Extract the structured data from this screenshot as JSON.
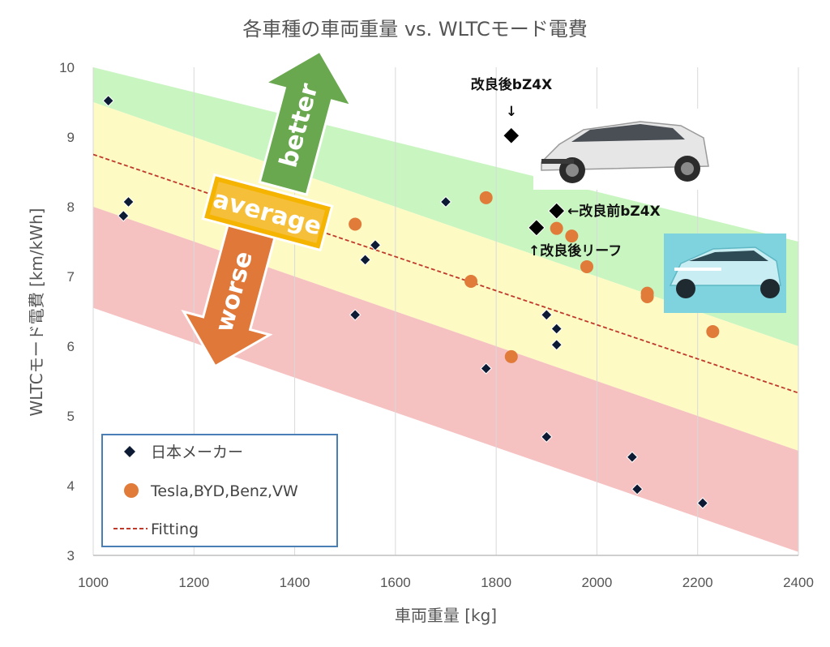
{
  "chart_data": {
    "type": "scatter",
    "title": "各車種の車両重量 vs. WLTCモード電費",
    "xlabel": "車両重量 [kg]",
    "ylabel": "WLTCモード電費 [km/kWh]",
    "xlim": [
      1000,
      2400
    ],
    "ylim": [
      3,
      10
    ],
    "x_ticks": [
      "1000",
      "1200",
      "1400",
      "1600",
      "1800",
      "2000",
      "2200",
      "2400"
    ],
    "y_ticks": [
      "3",
      "4",
      "5",
      "6",
      "7",
      "8",
      "9",
      "10"
    ],
    "grid": "vertical",
    "legend_position": "bottom-left",
    "series": [
      {
        "name": "日本メーカー",
        "marker": "diamond",
        "color": "#0d1a33",
        "points": [
          [
            1030,
            9.52
          ],
          [
            1060,
            7.87
          ],
          [
            1070,
            8.07
          ],
          [
            1520,
            6.45
          ],
          [
            1540,
            7.24
          ],
          [
            1560,
            7.45
          ],
          [
            1700,
            8.07
          ],
          [
            1780,
            5.68
          ],
          [
            1900,
            6.45
          ],
          [
            1900,
            4.7
          ],
          [
            1920,
            6.25
          ],
          [
            1920,
            6.02
          ],
          [
            2070,
            4.41
          ],
          [
            2080,
            3.95
          ],
          [
            2210,
            3.75
          ]
        ]
      },
      {
        "name": "Tesla,BYD,Benz,VW",
        "marker": "circle",
        "color": "#e07b39",
        "points": [
          [
            1520,
            7.75
          ],
          [
            1750,
            6.93
          ],
          [
            1780,
            8.13
          ],
          [
            1830,
            5.85
          ],
          [
            1920,
            7.69
          ],
          [
            1950,
            7.58
          ],
          [
            1980,
            7.14
          ],
          [
            2100,
            6.76
          ],
          [
            2100,
            6.71
          ],
          [
            2230,
            6.21
          ]
        ]
      },
      {
        "name": "Fitting",
        "type": "line",
        "style": "dashed",
        "color": "#c0392b",
        "points": [
          [
            1000,
            8.75
          ],
          [
            2400,
            5.33
          ]
        ]
      }
    ],
    "highlight_points": [
      {
        "x": 1830,
        "y": 9.02
      },
      {
        "x": 1920,
        "y": 7.94
      },
      {
        "x": 1880,
        "y": 7.7
      }
    ],
    "bands": [
      {
        "name": "better",
        "color": "#c8f5c0",
        "lower": [
          [
            1000,
            9.5
          ],
          [
            2400,
            6.0
          ]
        ],
        "upper": [
          [
            1000,
            10.0
          ],
          [
            2400,
            7.5
          ]
        ]
      },
      {
        "name": "average",
        "color": "#fdfac4",
        "lower": [
          [
            1000,
            8.0
          ],
          [
            2400,
            4.5
          ]
        ],
        "upper": [
          [
            1000,
            9.5
          ],
          [
            2400,
            6.0
          ]
        ]
      },
      {
        "name": "worse",
        "color": "#f6c1c1",
        "lower": [
          [
            1000,
            6.55
          ],
          [
            2400,
            3.05
          ]
        ],
        "upper": [
          [
            1000,
            8.0
          ],
          [
            2400,
            4.5
          ]
        ]
      }
    ],
    "annotations": [
      "改良後bZ4X",
      "↓",
      "←改良前bZ4X",
      "↑改良後リーフ"
    ],
    "arrows": [
      {
        "label": "better",
        "color": "#6aa84f"
      },
      {
        "label": "average",
        "color": "#f4b183"
      },
      {
        "label": "worse",
        "color": "#e0783a"
      }
    ]
  }
}
